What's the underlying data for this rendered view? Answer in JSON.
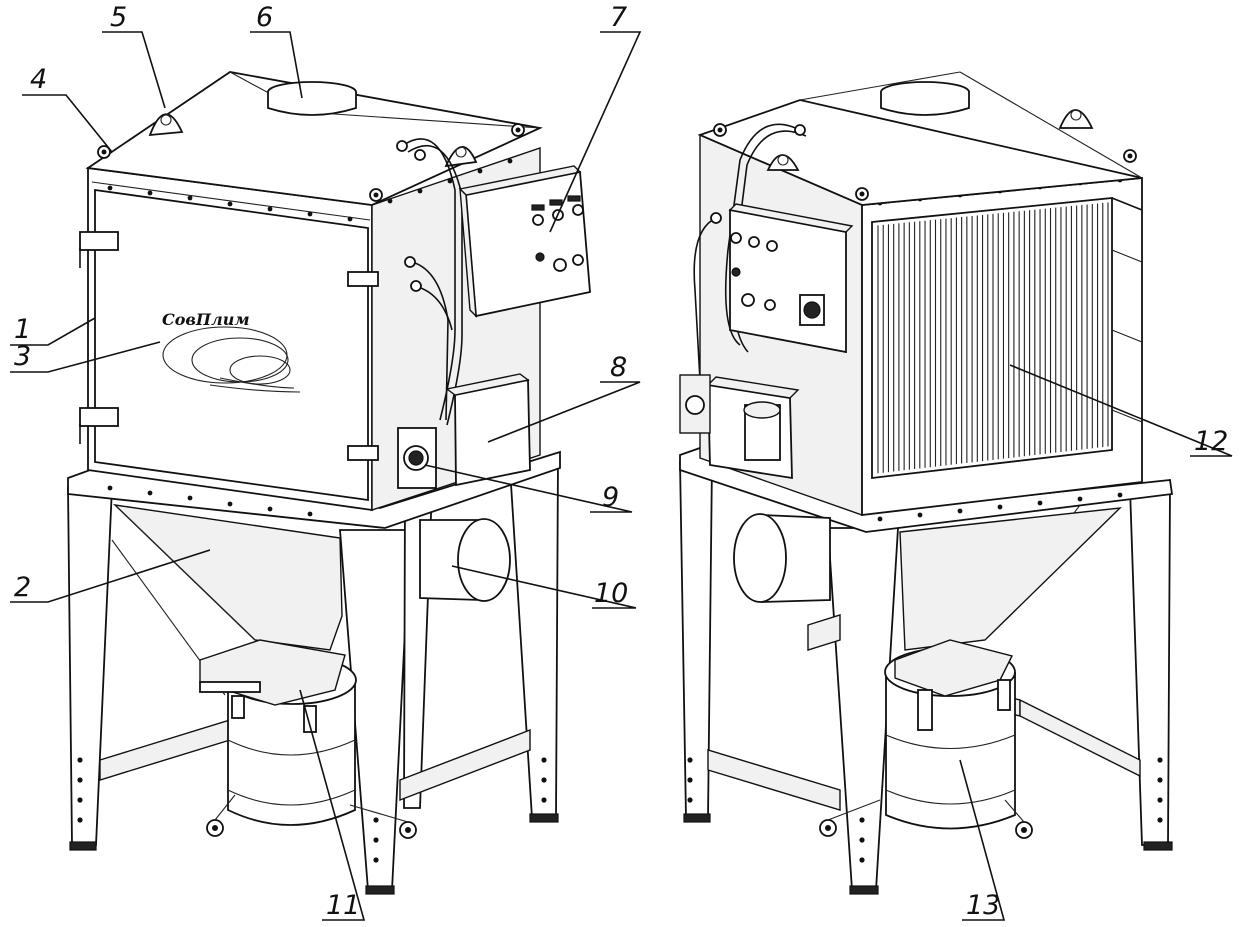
{
  "colors": {
    "line": "#111111",
    "background": "#ffffff",
    "shade": "#f1f1f1"
  },
  "logo": {
    "text": "СовПлим"
  },
  "callouts": [
    {
      "id": "1",
      "label": "1"
    },
    {
      "id": "2",
      "label": "2"
    },
    {
      "id": "3",
      "label": "3"
    },
    {
      "id": "4",
      "label": "4"
    },
    {
      "id": "5",
      "label": "5"
    },
    {
      "id": "6",
      "label": "6"
    },
    {
      "id": "7",
      "label": "7"
    },
    {
      "id": "8",
      "label": "8"
    },
    {
      "id": "9",
      "label": "9"
    },
    {
      "id": "10",
      "label": "10"
    },
    {
      "id": "11",
      "label": "11"
    },
    {
      "id": "12",
      "label": "12"
    },
    {
      "id": "13",
      "label": "13"
    }
  ]
}
